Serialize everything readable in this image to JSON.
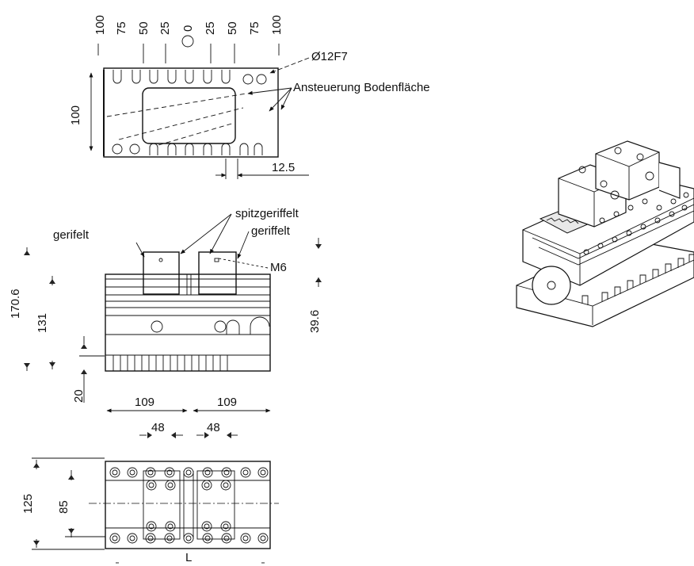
{
  "top_view": {
    "hole_labels": [
      "100",
      "75",
      "50",
      "25",
      "0",
      "25",
      "50",
      "75",
      "100"
    ],
    "height_dim": "100",
    "pitch_dim": "12.5",
    "hole_callout": "Ø12F7",
    "surface_note": "Ansteuerung Bodenfläche"
  },
  "front_view": {
    "left_jaw_note": "gerifelt",
    "center_note": "spitzgeriffelt",
    "right_jaw_note": "geriffelt",
    "thread": "M6",
    "overall_height": "170.6",
    "body_height": "131",
    "jaw_height": "39.6",
    "base_height": "20",
    "left_width": "109",
    "right_width": "109",
    "left_jaw_width": "48",
    "right_jaw_width": "48"
  },
  "bottom_view": {
    "outer_width": "125",
    "inner_width": "85",
    "length_label": "L"
  },
  "icons": {
    "isometric": "vise-isometric-icon"
  }
}
